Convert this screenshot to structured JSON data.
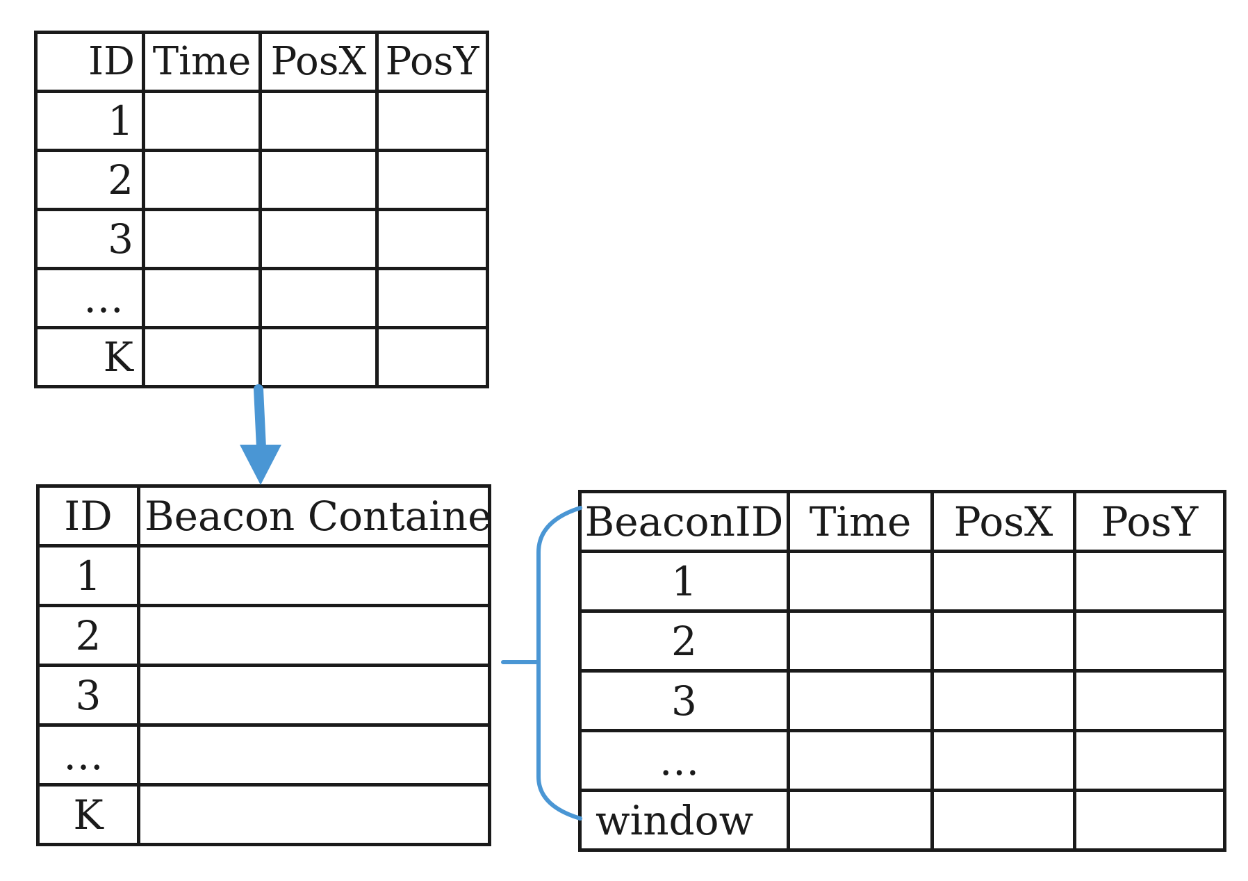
{
  "colors": {
    "line": "#1a1a1a",
    "accent": "#4a96d4"
  },
  "table_top": {
    "headers": [
      "ID",
      "Time",
      "PosX",
      "PosY"
    ],
    "rows": [
      "1",
      "2",
      "3",
      "…",
      "K"
    ]
  },
  "table_container": {
    "headers": [
      "ID",
      "Beacon Container"
    ],
    "rows": [
      "1",
      "2",
      "3",
      "…",
      "K"
    ]
  },
  "table_window": {
    "headers": [
      "BeaconID",
      "Time",
      "PosX",
      "PosY"
    ],
    "rows": [
      "1",
      "2",
      "3",
      "…",
      "window"
    ]
  },
  "connectors": {
    "arrow": "down-arrow",
    "bracket": "curly-bracket"
  }
}
